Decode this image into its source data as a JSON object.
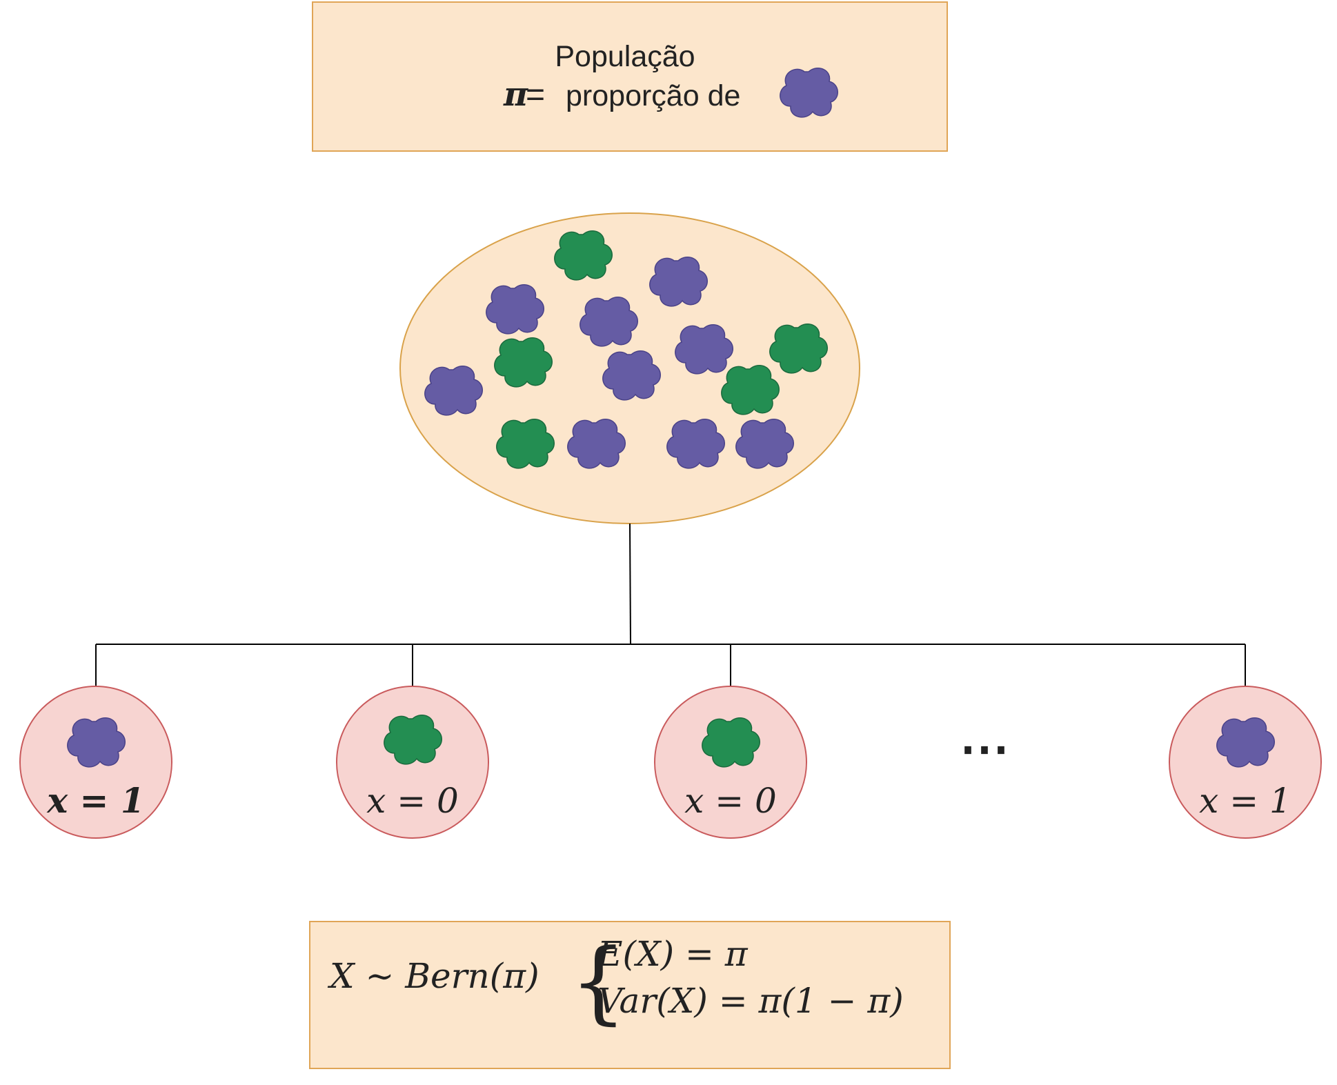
{
  "header": {
    "title": "População",
    "pi_symbol": "π",
    "equals": "=",
    "definition_text": "proporção de"
  },
  "colors": {
    "box_fill": "#fce6cc",
    "box_stroke": "#e0a556",
    "population_fill": "#fce6cc",
    "population_stroke": "#d9a24a",
    "sample_fill": "#f7d4d1",
    "sample_stroke": "#c95a5c",
    "purple_blob": "#655ca4",
    "purple_blob_stroke": "#4a4288",
    "green_blob": "#238e52",
    "green_blob_stroke": "#1a6a3d",
    "connector": "#000000"
  },
  "population": {
    "items": [
      {
        "color": "green"
      },
      {
        "color": "purple"
      },
      {
        "color": "purple"
      },
      {
        "color": "purple"
      },
      {
        "color": "purple"
      },
      {
        "color": "green"
      },
      {
        "color": "green"
      },
      {
        "color": "purple"
      },
      {
        "color": "purple"
      },
      {
        "color": "green"
      },
      {
        "color": "green"
      },
      {
        "color": "purple"
      },
      {
        "color": "purple"
      },
      {
        "color": "purple"
      }
    ]
  },
  "samples": [
    {
      "color": "purple",
      "label": "x = 1",
      "var": "x",
      "eq": "=",
      "value": "1"
    },
    {
      "color": "green",
      "label": "x = 0",
      "var": "x",
      "eq": "=",
      "value": "0"
    },
    {
      "color": "green",
      "label": "x = 0",
      "var": "x",
      "eq": "=",
      "value": "0"
    },
    {
      "color": "purple",
      "label": "x = 1",
      "var": "x",
      "eq": "=",
      "value": "1"
    }
  ],
  "ellipsis": "⋯",
  "formula": {
    "lhs": "X ∼ Bern(π)",
    "brace": "{",
    "line1": "E(X) = π",
    "line2": "Var(X) = π(1 − π)"
  }
}
